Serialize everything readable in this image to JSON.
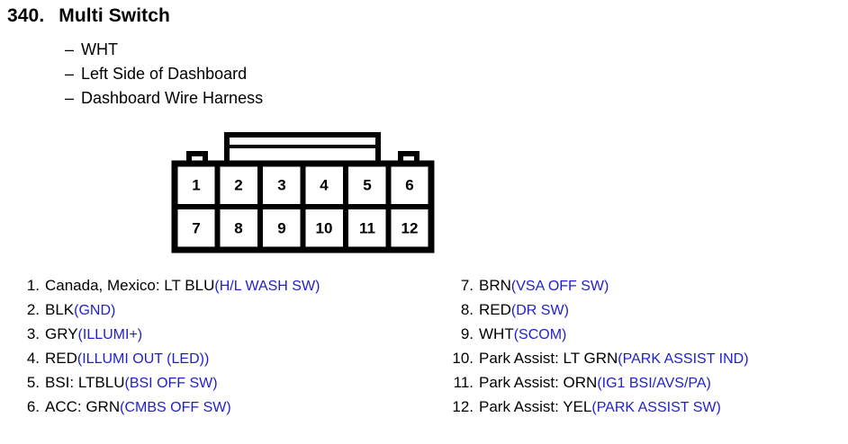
{
  "header": {
    "number": "340.",
    "name": "Multi Switch",
    "details": [
      "WHT",
      "Left Side of Dashboard",
      "Dashboard Wire Harness"
    ],
    "dash": "–"
  },
  "connector": {
    "name": "12-pin-connector",
    "pins_top": [
      "1",
      "2",
      "3",
      "4",
      "5",
      "6"
    ],
    "pins_bottom": [
      "7",
      "8",
      "9",
      "10",
      "11",
      "12"
    ]
  },
  "legend": {
    "accent_color": "#1f1fcb",
    "left": [
      {
        "num": "1.",
        "wire": "Canada, Mexico: LT BLU ",
        "circuit": "(H/L WASH SW)"
      },
      {
        "num": "2.",
        "wire": "BLK ",
        "circuit": "(GND)"
      },
      {
        "num": "3.",
        "wire": "GRY ",
        "circuit": "(ILLUMI+)"
      },
      {
        "num": "4.",
        "wire": "RED ",
        "circuit": "(ILLUMI OUT (LED))"
      },
      {
        "num": "5.",
        "wire": "BSI: LTBLU  ",
        "circuit": "(BSI OFF SW)"
      },
      {
        "num": "6.",
        "wire": "ACC: GRN ",
        "circuit": "(CMBS OFF SW)"
      }
    ],
    "right": [
      {
        "num": "7.",
        "wire": "BRN ",
        "circuit": "(VSA OFF SW)"
      },
      {
        "num": "8.",
        "wire": "RED ",
        "circuit": "(DR SW)"
      },
      {
        "num": "9.",
        "wire": "WHT ",
        "circuit": "(SCOM)"
      },
      {
        "num": "10.",
        "wire": "Park Assist: LT GRN ",
        "circuit": "(PARK ASSIST IND)"
      },
      {
        "num": "11.",
        "wire": "Park Assist: ORN ",
        "circuit": "(IG1 BSI/AVS/PA)"
      },
      {
        "num": "12.",
        "wire": "Park Assist: YEL ",
        "circuit": "(PARK ASSIST SW)"
      }
    ]
  }
}
